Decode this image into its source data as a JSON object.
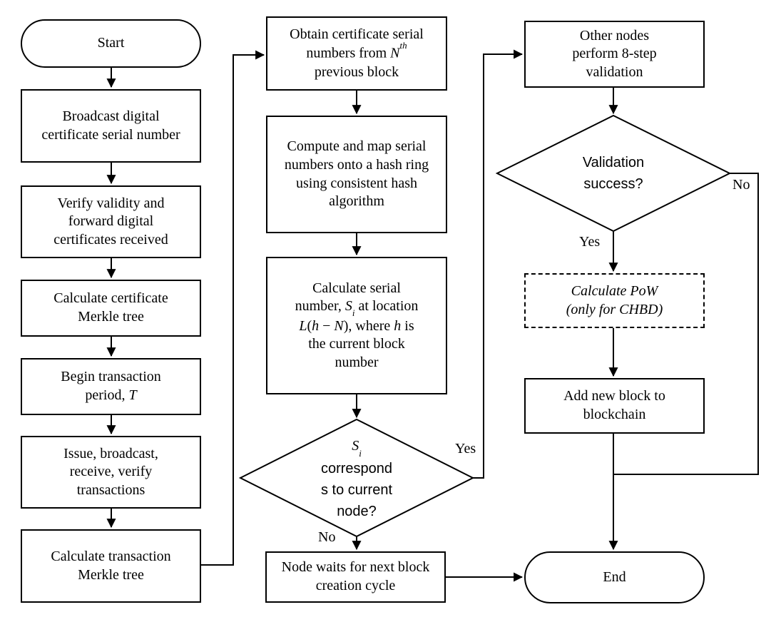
{
  "title": "Blockchain certificate validation flowchart",
  "colors": {
    "stroke": "#000000",
    "background": "#ffffff",
    "text": "#000000"
  },
  "nodes": {
    "start": {
      "label": "Start"
    },
    "broadcast_serial": {
      "label": "Broadcast digital certificate serial number"
    },
    "verify_forward": {
      "label": "Verify validity and forward digital certificates received"
    },
    "calc_cert_merkle": {
      "label": "Calculate certificate Merkle tree"
    },
    "begin_period": {
      "t1": "Begin transaction period, ",
      "var_t": "T"
    },
    "issue_broadcast": {
      "label": "Issue, broadcast, receive, verify transactions"
    },
    "calc_tx_merkle": {
      "label": "Calculate transaction Merkle tree"
    },
    "obtain_serials": {
      "t1": "Obtain certificate serial numbers from ",
      "var_n": "N",
      "sup_th": "th",
      "t2": " previous block"
    },
    "compute_map": {
      "label": "Compute and map serial numbers onto a hash ring using consistent hash algorithm"
    },
    "calc_serial": {
      "t1": "Calculate serial number, ",
      "var_s": "S",
      "sub_i": "i",
      "t2": " at location ",
      "var_l": "L",
      "t3": "(",
      "var_h1": "h",
      "t4": " − ",
      "var_n": "N",
      "t5": "), where ",
      "var_h2": "h",
      "t6": " is the current block number"
    },
    "si_decision": {
      "var_s": "S",
      "sub_i": "i",
      "line2": "correspond",
      "line3": "s to current",
      "line4": "node?"
    },
    "node_waits": {
      "label": "Node waits for next block creation cycle"
    },
    "other_nodes": {
      "label": "Other nodes perform 8-step validation"
    },
    "validation_decision": {
      "line1": "Validation",
      "line2": "success?"
    },
    "calc_pow": {
      "line1": "Calculate PoW",
      "line2": "(only for CHBD)"
    },
    "add_block": {
      "label": "Add new block to blockchain"
    },
    "end": {
      "label": "End"
    }
  },
  "edge_labels": {
    "si_yes": "Yes",
    "si_no": "No",
    "validation_yes": "Yes",
    "validation_no": "No"
  }
}
